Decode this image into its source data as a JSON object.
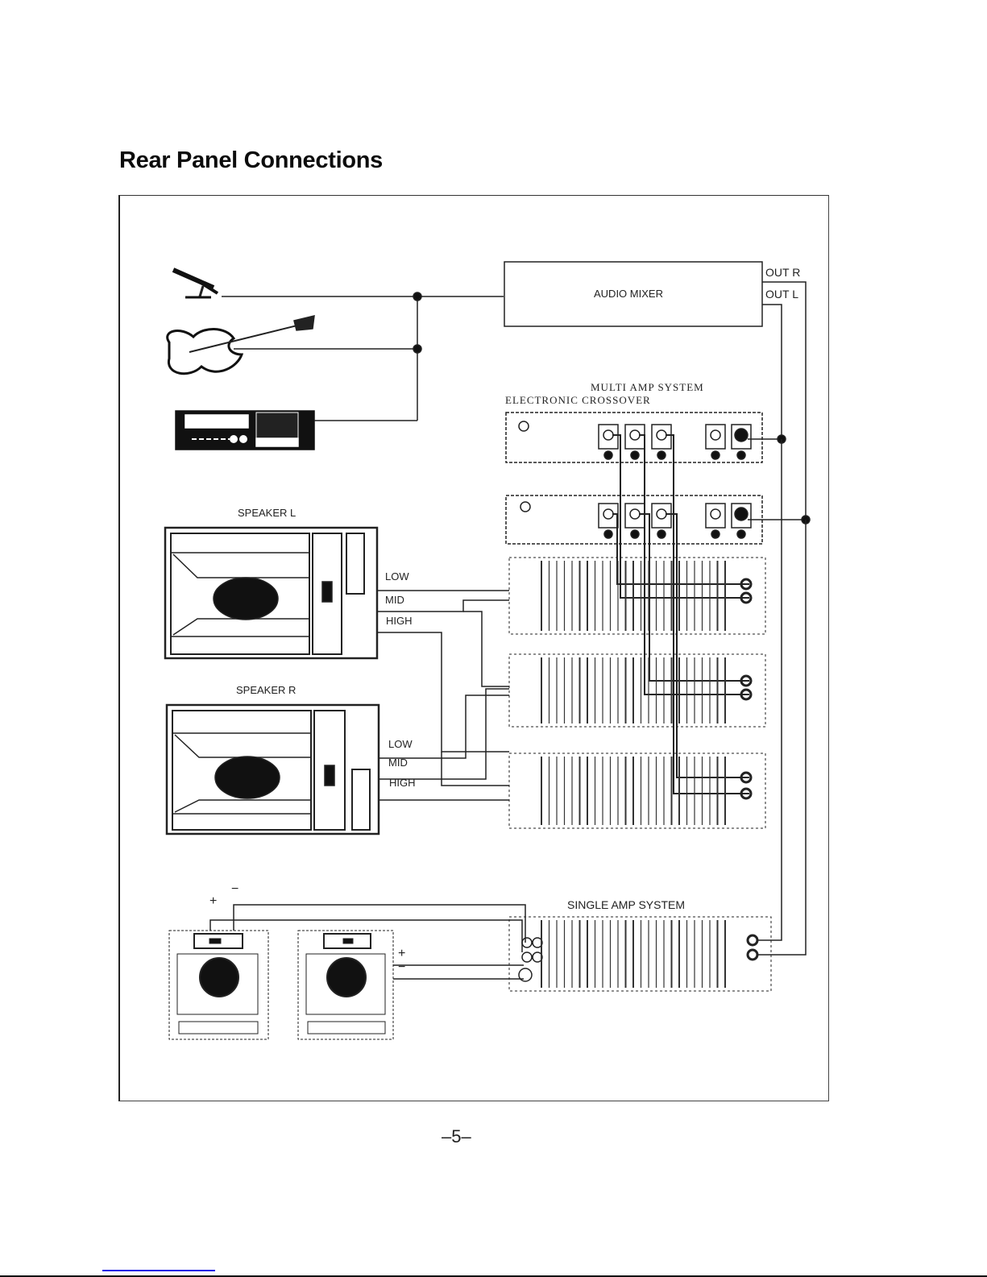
{
  "page": {
    "title": "Rear Panel Connections",
    "page_number": "–5–"
  },
  "diagram": {
    "sources": {
      "microphone": "microphone",
      "guitar": "electric bass guitar",
      "deck": "cassette deck / tuner"
    },
    "audio_mixer": {
      "label": "AUDIO MIXER",
      "out_r": "OUT R",
      "out_l": "OUT L"
    },
    "multi_amp": {
      "system_label": "MULTI AMP SYSTEM",
      "crossover_label": "ELECTRONIC CROSSOVER"
    },
    "speaker_l": {
      "label": "SPEAKER L",
      "low": "LOW",
      "mid": "MID",
      "high": "HIGH"
    },
    "speaker_r": {
      "label": "SPEAKER R",
      "low": "LOW",
      "mid": "MID",
      "high": "HIGH"
    },
    "single_amp": {
      "label": "SINGLE AMP SYSTEM",
      "plus": "+",
      "minus": "−"
    }
  }
}
